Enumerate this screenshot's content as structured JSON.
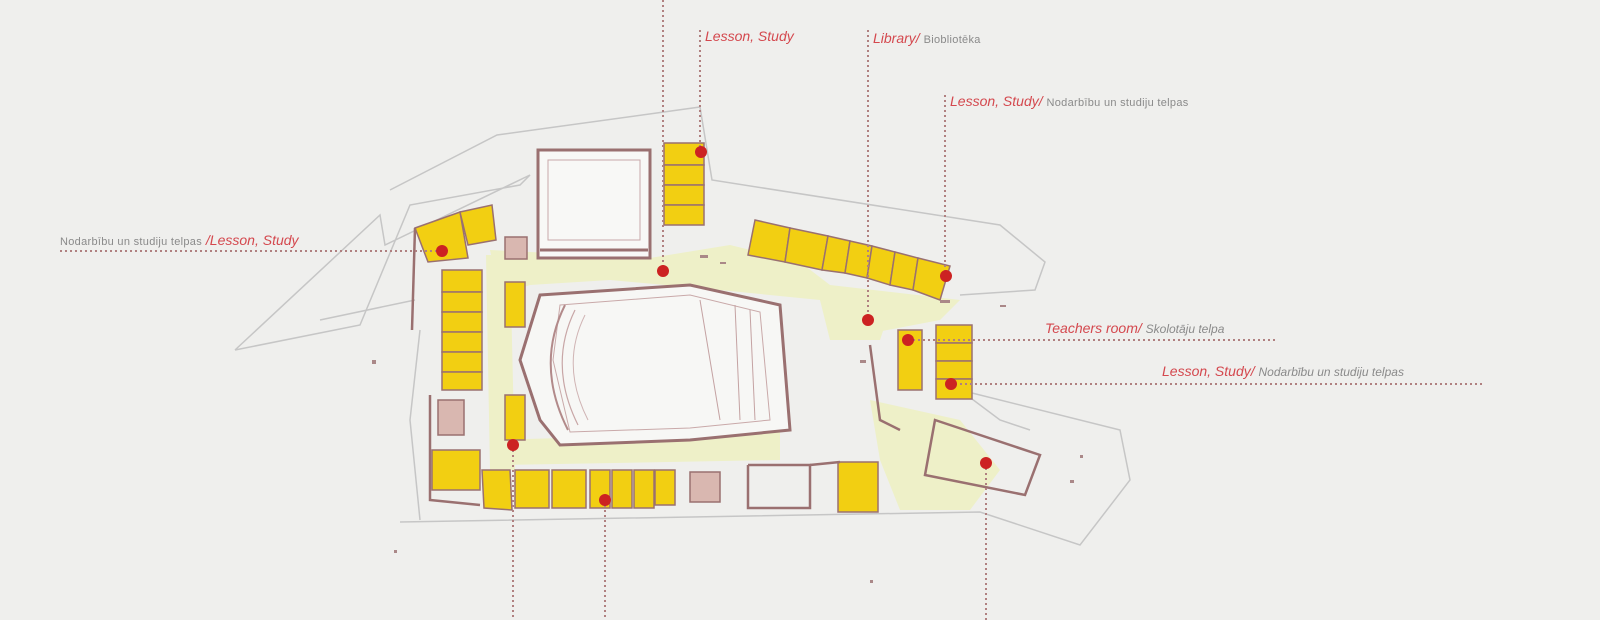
{
  "labels": {
    "lesson_study_top": {
      "en": "Lesson, Study"
    },
    "library": {
      "en": "Library/",
      "lv": "Biobliotēka"
    },
    "lesson_study_right_top": {
      "en": "Lesson, Study/",
      "lv": "Nodarbību un studiju telpas"
    },
    "lesson_study_left": {
      "lv": "Nodarbību un studiju telpas",
      "en": "/Lesson, Study"
    },
    "teachers_room": {
      "en": "Teachers room/",
      "lv": "Skolotāju telpa"
    },
    "lesson_study_right_bottom": {
      "en": "Lesson, Study/",
      "lv": "Nodarbību un studiju telpas"
    }
  },
  "colors": {
    "background": "#efefed",
    "room_fill": "#f2cf12",
    "corridor_fill": "#eef0c8",
    "wall": "#9a7070",
    "marker": "#cc2222",
    "leader": "#b08080",
    "label_en": "#d4484e",
    "label_lv": "#8a8a8a"
  }
}
